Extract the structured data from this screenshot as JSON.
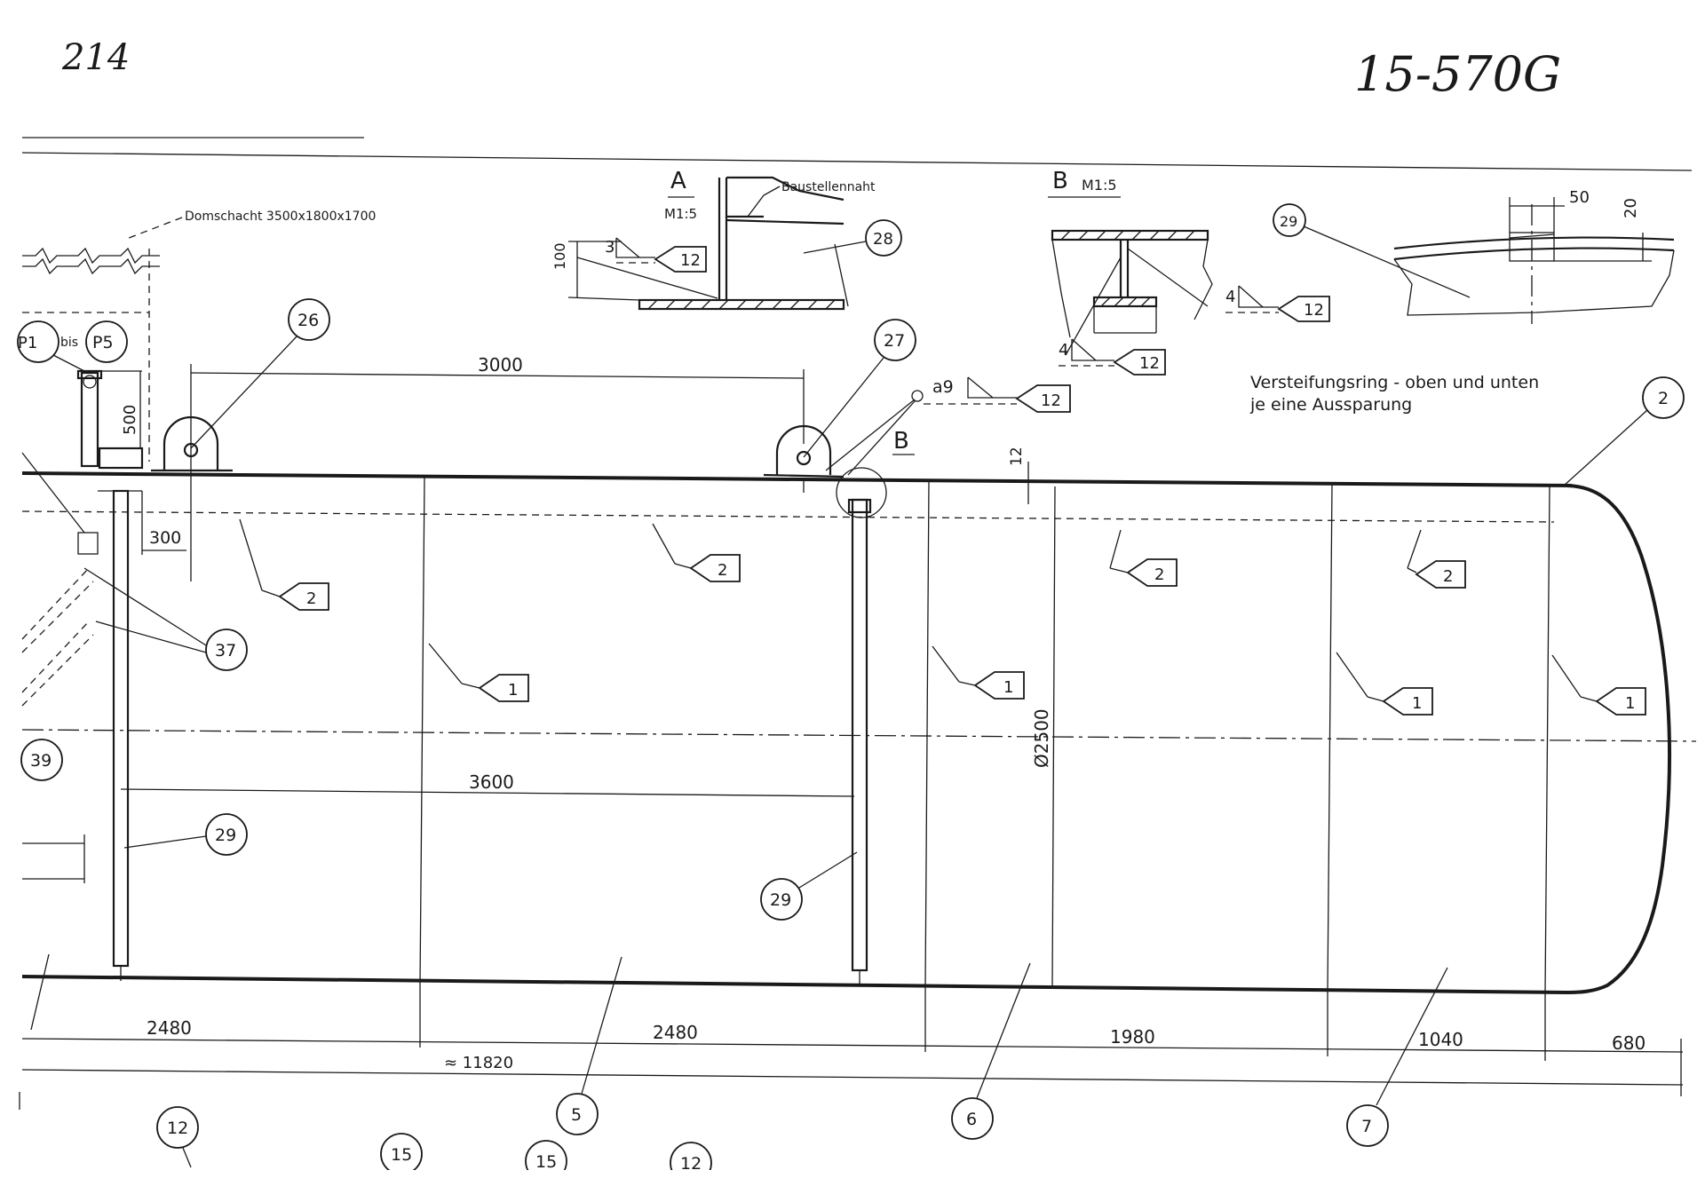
{
  "header": {
    "page_number": "214",
    "drawing_number": "15-570G"
  },
  "notes": {
    "domschacht": "Domschacht 3500x1800x1700",
    "baustellennaht": "Baustellennaht",
    "versteifung_line1": "Versteifungsring - oben und unten",
    "versteifung_line2": "je eine Aussparung",
    "bis": "bis"
  },
  "details": {
    "a_letter": "A",
    "a_scale": "M1:5",
    "b_letter": "B",
    "b_scale": "M1:5",
    "b_marker": "B"
  },
  "weld_labels": {
    "a_height": "3",
    "b_height_1": "4",
    "b_height_2": "4",
    "a9": "a9",
    "ref": "12"
  },
  "flags": {
    "one": "1",
    "two": "2",
    "twelve": "12"
  },
  "bubbles": {
    "b26": "26",
    "b27": "27",
    "b28": "28",
    "b29": "29",
    "b2": "2",
    "b37": "37",
    "b39": "39",
    "p1": "P1",
    "p5": "P5",
    "b5": "5",
    "b6": "6",
    "b7": "7",
    "b12": "12",
    "b15": "15"
  },
  "dimensions": {
    "d100": "100",
    "d3000": "3000",
    "d500": "500",
    "d300": "300",
    "d12": "12",
    "d3600": "3600",
    "d2500": "Ø2500",
    "d2480a": "2480",
    "d2480b": "2480",
    "d1980": "1980",
    "d1040": "1040",
    "d680": "680",
    "d11820": "≈ 11820",
    "d50": "50",
    "d20": "20"
  }
}
